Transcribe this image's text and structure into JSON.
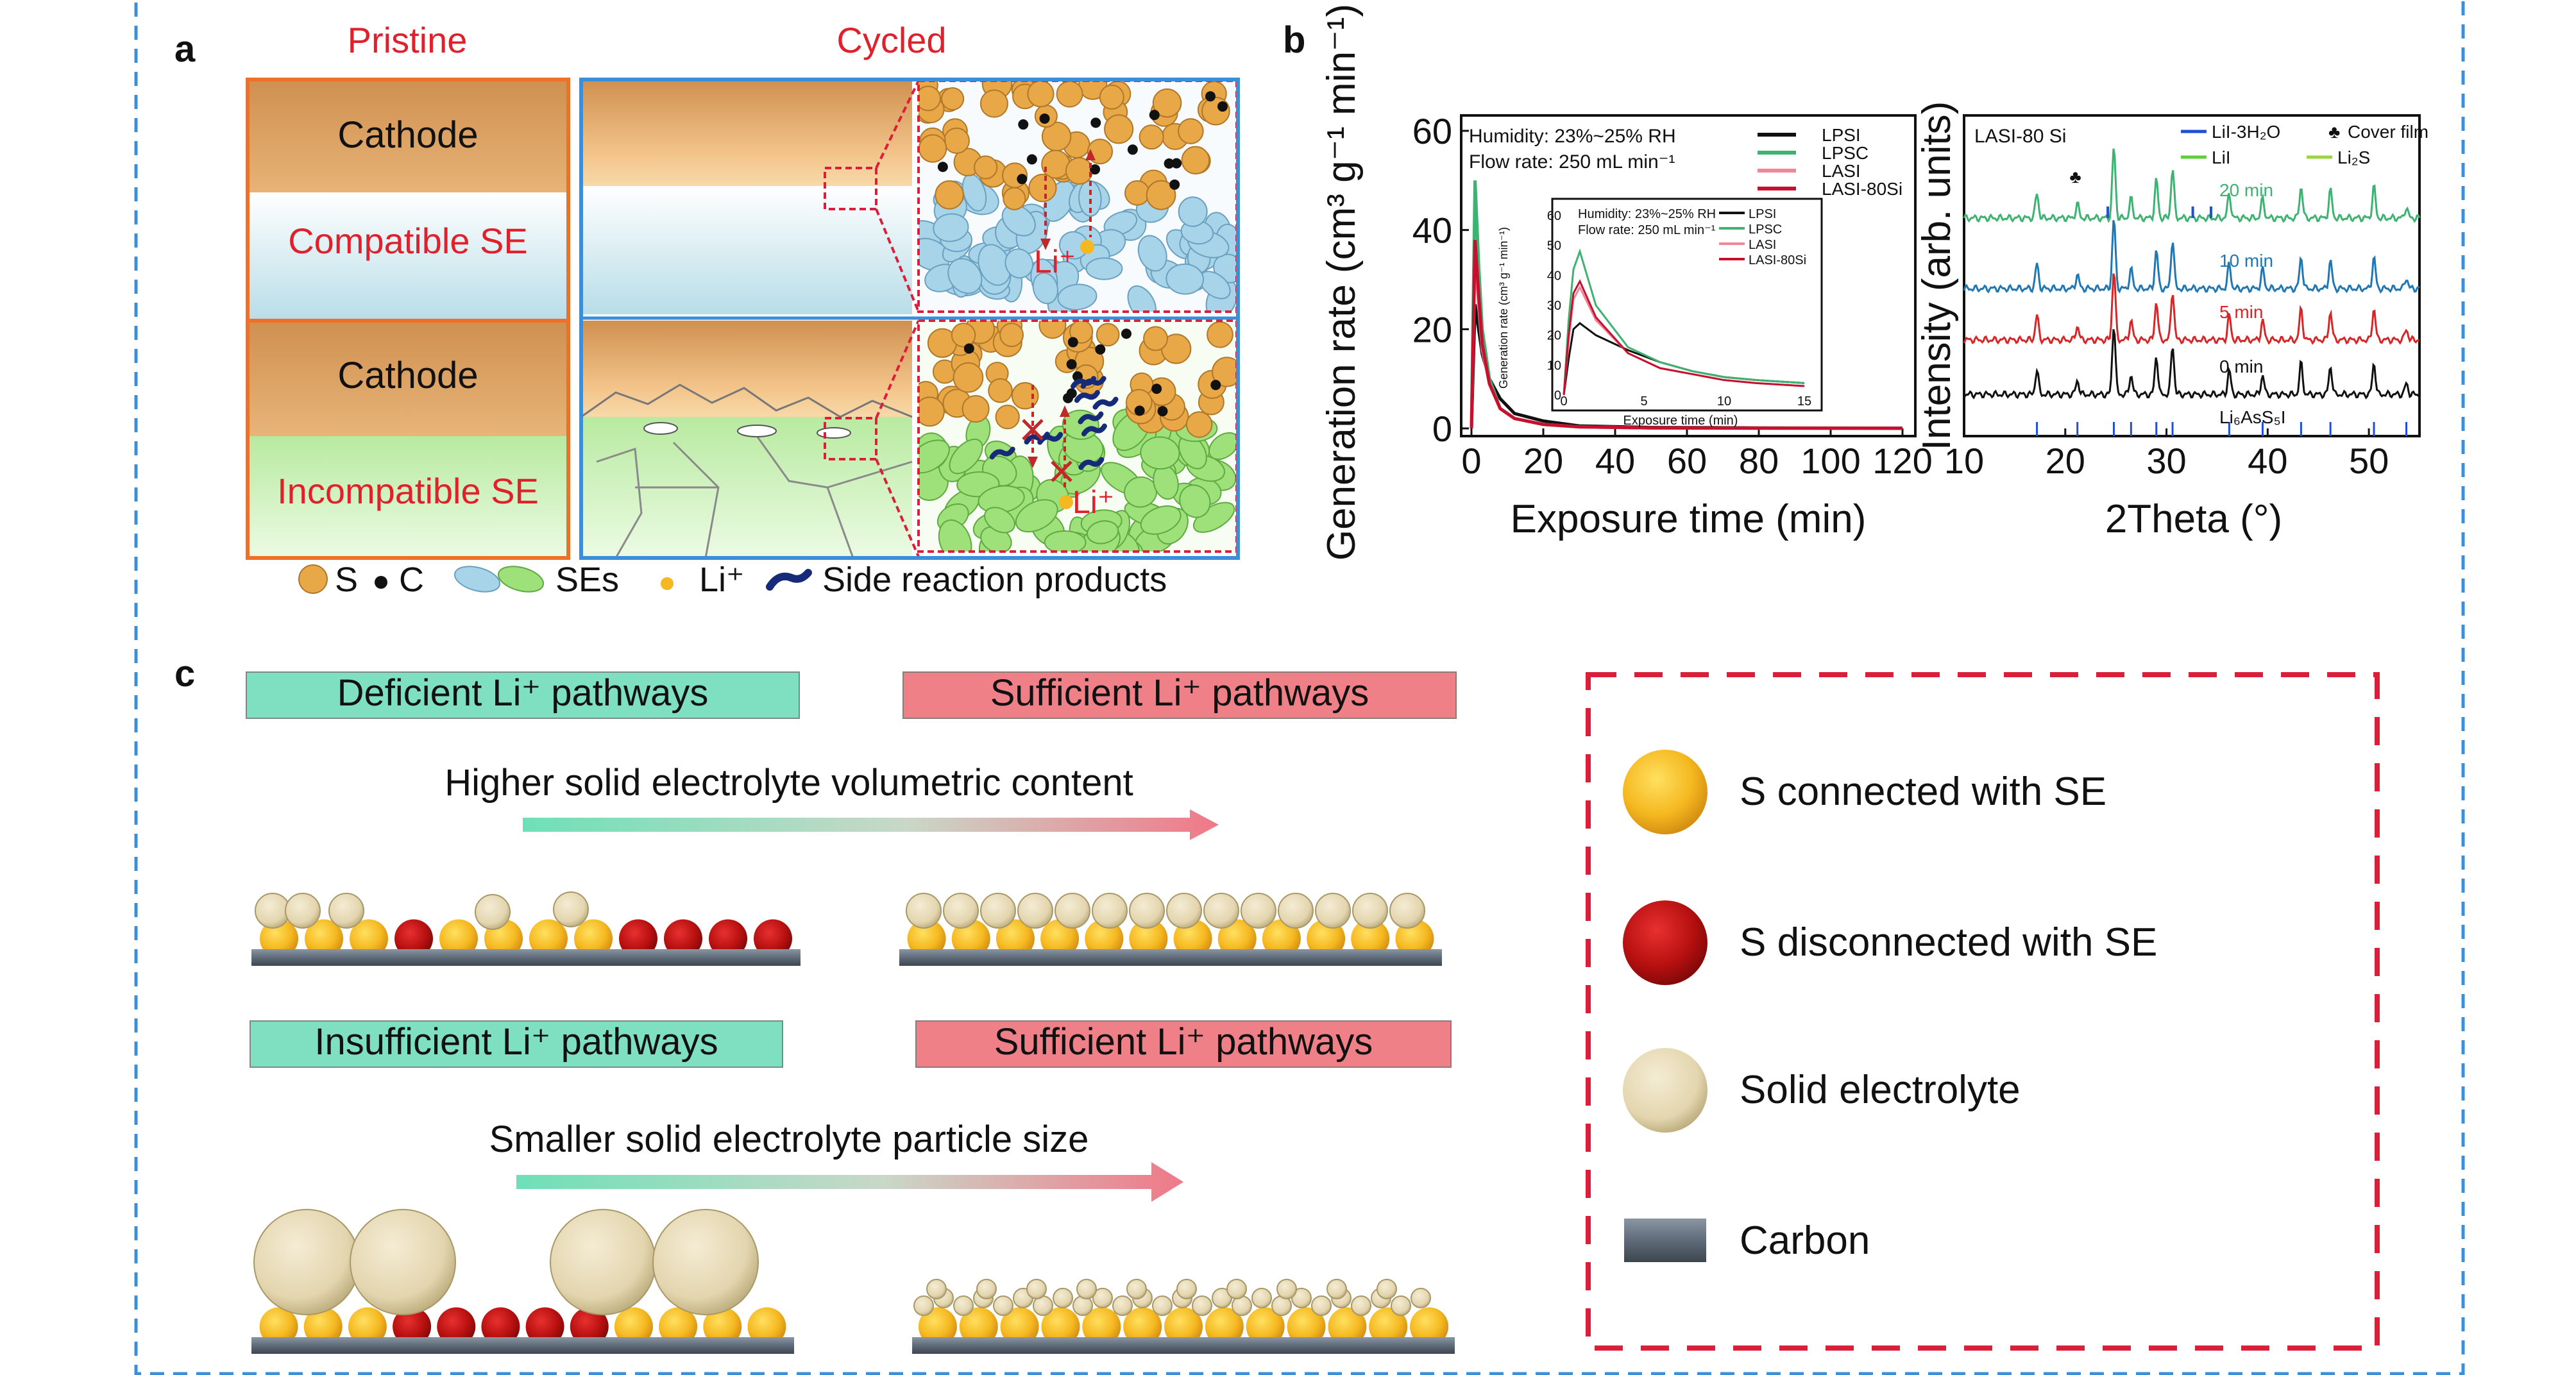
{
  "panel_a": {
    "letter": "a",
    "pristine_title": "Pristine",
    "cycled_title": "Cycled",
    "cathode_top": "Cathode",
    "compatible_se": "Compatible SE",
    "cathode_bottom": "Cathode",
    "incompatible_se": "Incompatible SE",
    "li_label_1": "Li⁺",
    "li_label_2": "Li⁺",
    "legend": {
      "s": "S",
      "c": "C",
      "ses": "SEs",
      "li": "Li⁺",
      "side": "Side reaction products"
    }
  },
  "panel_b": {
    "letter": "b",
    "chart1": {
      "ylabel": "Generation rate (cm³ g⁻¹ min⁻¹)",
      "xlabel": "Exposure time (min)",
      "xticks": [
        "0",
        "20",
        "40",
        "60",
        "80",
        "100",
        "120"
      ],
      "yticks": [
        "0",
        "20",
        "40",
        "60"
      ],
      "note1": "Humidity: 23%~25% RH",
      "note2": "Flow rate: 250 mL min⁻¹",
      "inset_note1": "Humidity: 23%~25% RH",
      "inset_note2": "Flow rate: 250 mL min⁻¹",
      "inset_ylabel": "Generation rate (cm³ g⁻¹ min⁻¹)",
      "inset_xlabel": "Exposure time (min)",
      "inset_xticks": [
        "0",
        "5",
        "10",
        "15"
      ],
      "inset_yticks": [
        "0",
        "10",
        "20",
        "30",
        "40",
        "50",
        "60"
      ]
    },
    "chart2": {
      "ylabel": "Intensity (arb. units)",
      "xlabel": "2Theta (°)",
      "xticks": [
        "10",
        "20",
        "30",
        "40",
        "50"
      ],
      "sample_label": "LASI-80 Si",
      "ref_label": "Li₆AsS₅I",
      "legend": {
        "lii3h2o": "LiI-3H₂O",
        "cover": "Cover film",
        "lii": "LiI",
        "li2s": "Li₂S"
      }
    }
  },
  "chart_data": [
    {
      "type": "line",
      "xlabel": "Exposure time (min)",
      "ylabel": "Generation rate (cm³ g⁻¹ min⁻¹)",
      "xlim": [
        0,
        120
      ],
      "ylim": [
        0,
        60
      ],
      "series": [
        {
          "name": "LPSI",
          "color": "#111111",
          "x": [
            0,
            1,
            2,
            3,
            5,
            8,
            12,
            20,
            30,
            50,
            80,
            120
          ],
          "y": [
            0,
            25,
            20,
            15,
            10,
            6,
            3,
            1.5,
            0.5,
            0.2,
            0.1,
            0.05
          ]
        },
        {
          "name": "LPSC",
          "color": "#3cb371",
          "x": [
            0,
            1,
            2,
            3,
            5,
            8,
            12,
            20,
            30,
            50,
            80,
            120
          ],
          "y": [
            0,
            50,
            33,
            20,
            10,
            4,
            2,
            0.8,
            0.3,
            0.1,
            0.05,
            0.02
          ]
        },
        {
          "name": "LASI",
          "color": "#ee8899",
          "x": [
            0,
            1,
            2,
            3,
            5,
            8,
            12,
            20,
            30,
            50,
            80,
            120
          ],
          "y": [
            0,
            35,
            25,
            16,
            9,
            4,
            2,
            0.8,
            0.3,
            0.1,
            0.05,
            0.02
          ]
        },
        {
          "name": "LASI-80Si",
          "color": "#c8102e",
          "x": [
            0,
            1,
            2,
            3,
            5,
            8,
            12,
            20,
            30,
            50,
            80,
            120
          ],
          "y": [
            0,
            38,
            27,
            17,
            9,
            4,
            2,
            0.8,
            0.3,
            0.1,
            0.05,
            0.02
          ]
        }
      ]
    },
    {
      "type": "line",
      "xlabel": "Exposure time (min)",
      "ylabel": "Generation rate (cm³ g⁻¹ min⁻¹)",
      "xlim": [
        0,
        15
      ],
      "ylim": [
        0,
        60
      ],
      "series": [
        {
          "name": "LPSI",
          "color": "#111111",
          "x": [
            0,
            0.3,
            0.6,
            1,
            2,
            4,
            6,
            8,
            10,
            12,
            15
          ],
          "y": [
            0,
            12,
            22,
            24,
            20,
            15,
            11,
            8,
            6,
            5,
            4
          ]
        },
        {
          "name": "LPSC",
          "color": "#3cb371",
          "x": [
            0,
            0.3,
            0.6,
            1,
            2,
            4,
            6,
            8,
            10,
            12,
            15
          ],
          "y": [
            0,
            25,
            42,
            48,
            30,
            16,
            11,
            8,
            6,
            5,
            4
          ]
        },
        {
          "name": "LASI",
          "color": "#ee8899",
          "x": [
            0,
            0.3,
            0.6,
            1,
            2,
            4,
            6,
            8,
            10,
            12,
            15
          ],
          "y": [
            0,
            18,
            32,
            36,
            25,
            14,
            9,
            7,
            5,
            4,
            3
          ]
        },
        {
          "name": "LASI-80Si",
          "color": "#c8102e",
          "x": [
            0,
            0.3,
            0.6,
            1,
            2,
            4,
            6,
            8,
            10,
            12,
            15
          ],
          "y": [
            0,
            20,
            34,
            38,
            26,
            14,
            9,
            7,
            5,
            4,
            3
          ]
        }
      ]
    },
    {
      "type": "line",
      "xlabel": "2Theta (°)",
      "ylabel": "Intensity (arb. units)",
      "xlim": [
        10,
        55
      ],
      "peaks_2theta": [
        17.2,
        21.2,
        24.8,
        26.5,
        29.0,
        30.6,
        36.2,
        39.5,
        43.3,
        46.2,
        50.5,
        53.7
      ],
      "series": [
        {
          "name": "0 min",
          "color": "#111111"
        },
        {
          "name": "5 min",
          "color": "#d62728"
        },
        {
          "name": "10 min",
          "color": "#1f77b4"
        },
        {
          "name": "20 min",
          "color": "#3cb371"
        }
      ]
    }
  ],
  "panel_c": {
    "letter": "c",
    "box1": "Deficient Li⁺ pathways",
    "box2": "Sufficient Li⁺ pathways",
    "arrow1": "Higher solid electrolyte volumetric content",
    "box3": "Insufficient Li⁺ pathways",
    "box4": "Sufficient Li⁺ pathways",
    "arrow2": "Smaller solid electrolyte particle size",
    "legend": {
      "s_connected": "S connected with SE",
      "s_disconnected": "S disconnected with SE",
      "solid_electrolyte": "Solid electrolyte",
      "carbon": "Carbon"
    }
  },
  "colors": {
    "frame_blue": "#3a8fd8",
    "red_text": "#e0202a",
    "mint": "#7ee0c0",
    "salmon": "#f08088",
    "dashed_red": "#d91f3a"
  }
}
